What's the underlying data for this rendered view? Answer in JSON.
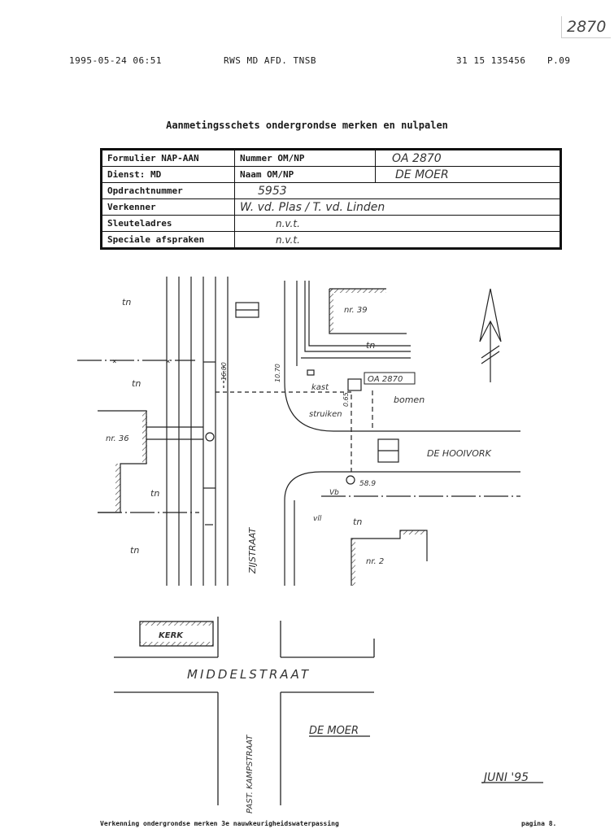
{
  "fax_header": {
    "datetime": "1995-05-24  06:51",
    "sender": "RWS MD AFD. TNSB",
    "phone": "31 15 135456",
    "page": "P.09"
  },
  "corner_number": "2870",
  "title": "Aanmetingsschets ondergrondse merken en nulpalen",
  "form": {
    "rows": [
      {
        "label": "Formulier NAP-AAN",
        "col2": "Nummer OM/NP",
        "col3": "OA 2870"
      },
      {
        "label": "Dienst: MD",
        "col2": "Naam OM/NP",
        "col3": "DE MOER"
      },
      {
        "label": "Opdrachtnummer",
        "value": "5953"
      },
      {
        "label": "Verkenner",
        "value": "W. vd. Plas / T. vd. Linden"
      },
      {
        "label": "Sleuteladres",
        "value": "n.v.t."
      },
      {
        "label": "Speciale afspraken",
        "value": "n.v.t."
      }
    ]
  },
  "sketch": {
    "labels": {
      "tn": "tn",
      "nr39": "nr. 39",
      "nr36": "nr. 36",
      "nr2": "nr. 2",
      "kast": "kast",
      "marker": "OA 2870",
      "bomen": "bomen",
      "struiken": "struiken",
      "de_hooivork": "DE HOOIVORK",
      "vb": "Vb",
      "height": "58.9",
      "vll": "vll",
      "zijstraat": "ZIJSTRAAT",
      "dist1": "16.00",
      "dist2": "10.70",
      "dist3": "0.65",
      "kerk": "KERK",
      "middelstraat": "MIDDELSTRAAT",
      "past_kampstraat": "PAST. KAMPSTRAAT",
      "de_moer": "DE MOER",
      "date": "JUNI '95"
    }
  },
  "footer": {
    "left": "Verkenning ondergrondse merken 3e nauwkeurigheidswaterpassing",
    "right": "pagina 8."
  }
}
